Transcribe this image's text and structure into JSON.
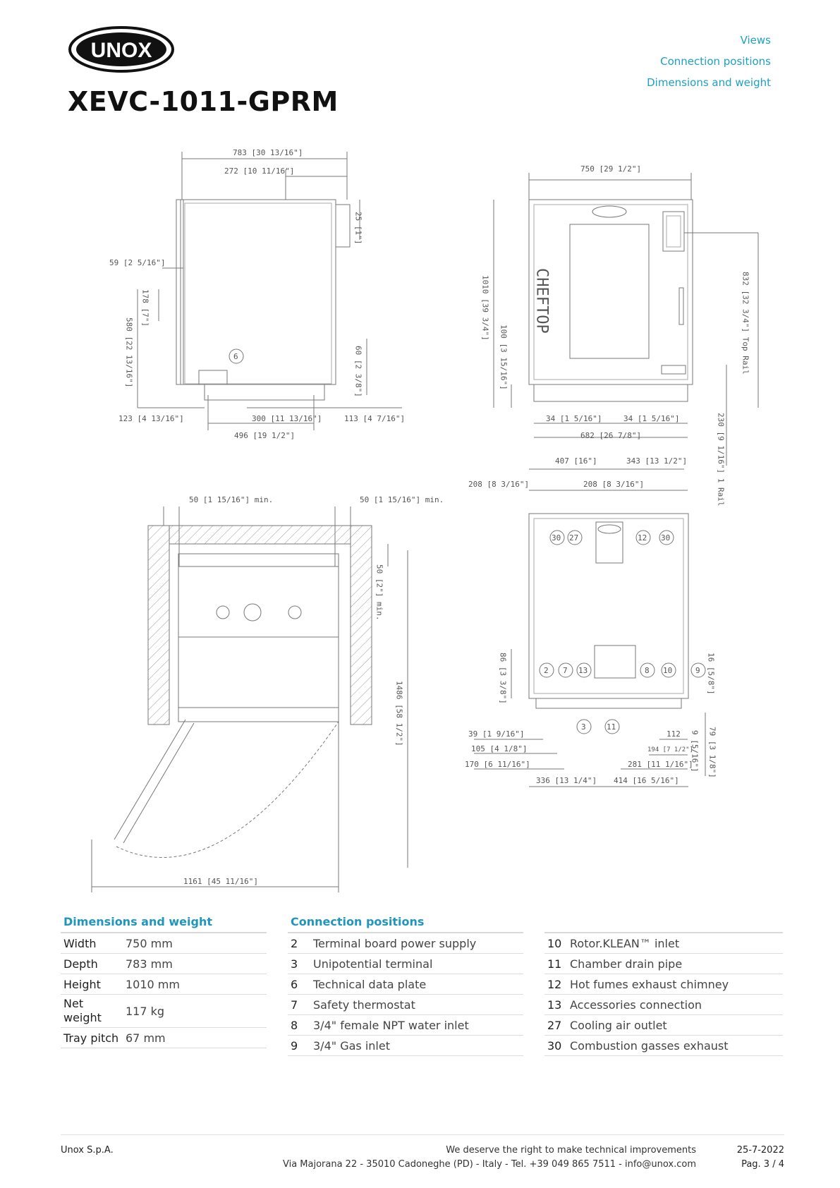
{
  "header": {
    "logo_text": "UNOX",
    "title": "XEVC-1011-GPRM",
    "links": [
      "Views",
      "Connection positions",
      "Dimensions and weight"
    ]
  },
  "drawing_labels": {
    "side": [
      "783 [30 13/16\"]",
      "272 [10 11/16\"]",
      "25 [1\"]",
      "59 [2 5/16\"]",
      "178 [7\"]",
      "580 [22 13/16\"]",
      "60 [2 3/8\"]",
      "123 [4 13/16\"]",
      "300 [11 13/16\"]",
      "113 [4 7/16\"]",
      "496 [19 1/2\"]",
      "6"
    ],
    "front": [
      "750 [29 1/2\"]",
      "1010 [39 3/4\"]",
      "100 [3 15/16\"]",
      "832 [32 3/4\"] Top Rail",
      "34 [1 5/16\"]",
      "34 [1 5/16\"]",
      "682 [26 7/8\"]",
      "CHEFTOP",
      "230 [9 1/16\"] 1 Rail"
    ],
    "top": [
      "50 [1 15/16\"] min.",
      "50 [1 15/16\"] min.",
      "50 [2\"] min.",
      "1486 [58 1/2\"]",
      "1161 [45 11/16\"]"
    ],
    "back": [
      "407 [16\"]",
      "343 [13 1/2\"]",
      "208 [8 3/16\"]",
      "208 [8 3/16\"]",
      "30",
      "27",
      "12",
      "30",
      "86 [3 3/8\"]",
      "2",
      "7",
      "13",
      "8",
      "10",
      "9",
      "16 [5/8\"]",
      "3",
      "11",
      "39 [1 9/16\"]",
      "105 [4 1/8\"]",
      "170 [6 11/16\"]",
      "112",
      "194 [7 1/2\"]",
      "281 [11 1/16\"]",
      "9 [5/16\"]",
      "79 [3 1/8\"]",
      "336 [13 1/4\"]",
      "414 [16 5/16\"]"
    ]
  },
  "dimensions": {
    "heading": "Dimensions and weight",
    "rows": [
      {
        "key": "Width",
        "value": "750 mm"
      },
      {
        "key": "Depth",
        "value": "783 mm"
      },
      {
        "key": "Height",
        "value": "1010 mm"
      },
      {
        "key": "Net weight",
        "value": "117 kg"
      },
      {
        "key": "Tray pitch",
        "value": "67 mm"
      }
    ]
  },
  "connections": {
    "heading": "Connection positions",
    "left": [
      {
        "n": "2",
        "t": "Terminal board power supply"
      },
      {
        "n": "3",
        "t": "Unipotential terminal"
      },
      {
        "n": "6",
        "t": "Technical data plate"
      },
      {
        "n": "7",
        "t": "Safety thermostat"
      },
      {
        "n": "8",
        "t": "3/4\" female NPT water inlet"
      },
      {
        "n": "9",
        "t": "3/4\" Gas inlet"
      }
    ],
    "right": [
      {
        "n": "10",
        "t": "Rotor.KLEAN™ inlet"
      },
      {
        "n": "11",
        "t": "Chamber drain pipe"
      },
      {
        "n": "12",
        "t": "Hot fumes exhaust chimney"
      },
      {
        "n": "13",
        "t": "Accessories connection"
      },
      {
        "n": "27",
        "t": "Cooling air outlet"
      },
      {
        "n": "30",
        "t": "Combustion gasses exhaust"
      }
    ]
  },
  "footer": {
    "company": "Unox S.p.A.",
    "notice": "We deserve the right to make technical improvements",
    "address": "Via Majorana 22 - 35010 Cadoneghe (PD) - Italy - Tel. +39 049 865 7511 - info@unox.com",
    "date": "25-7-2022",
    "page": "Pag. 3 / 4"
  }
}
